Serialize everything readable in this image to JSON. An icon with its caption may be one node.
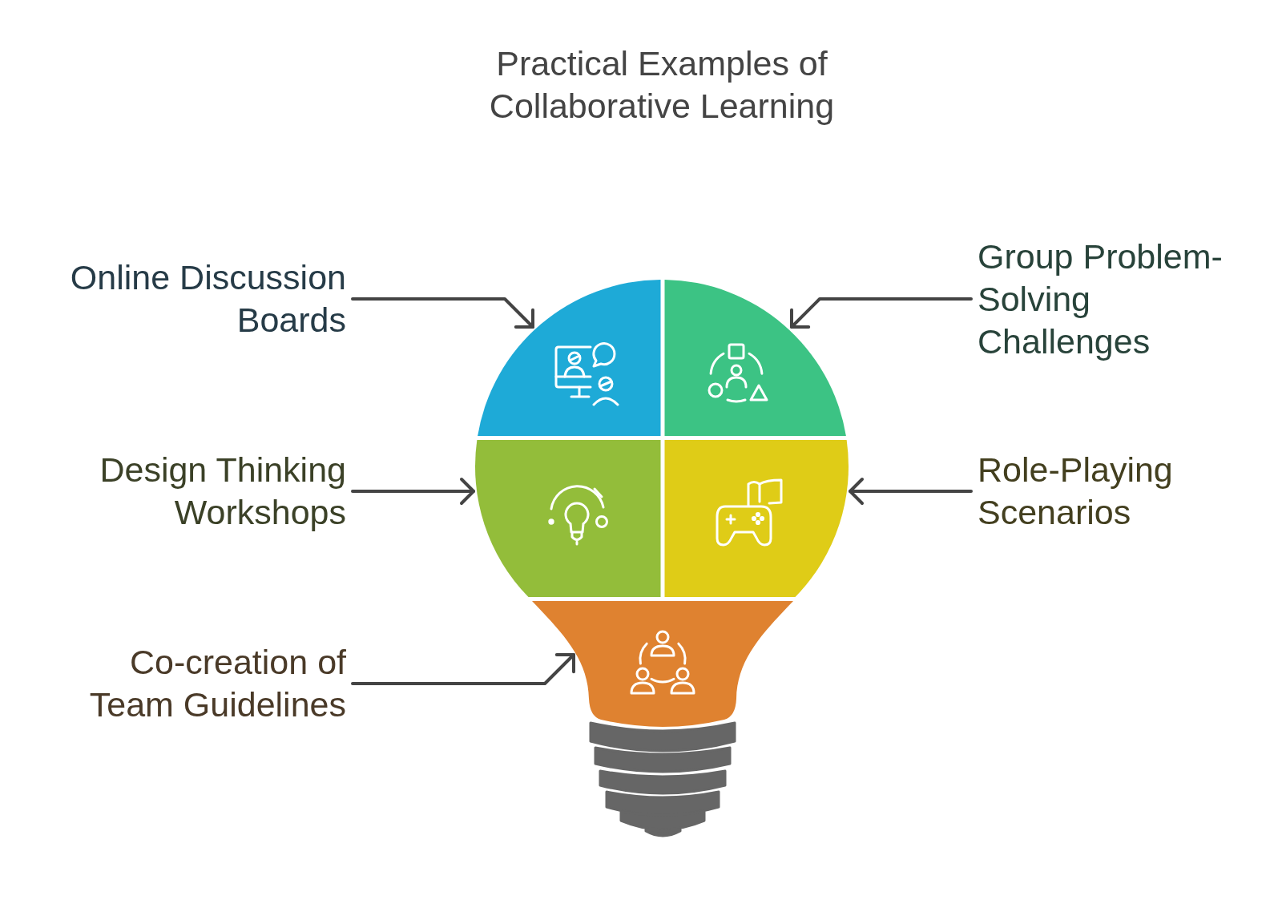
{
  "diagram": {
    "title": "Practical Examples of Collaborative Learning",
    "nodes": [
      {
        "text": [
          "Online Discussion Boards"
        ]
      },
      {
        "text": [],
        "shape": "picture"
      },
      {
        "text": [],
        "shape": "picture"
      },
      {
        "text": [
          "Group Problem-Solving Challenges"
        ]
      },
      {
        "text": [
          "Design Thinking Workshops"
        ]
      },
      {
        "text": [],
        "shape": "picture"
      },
      {
        "text": [],
        "shape": "picture"
      },
      {
        "text": [
          "Role-Playing Scenarios"
        ]
      },
      {
        "text": [
          "Co-creation of Team Guidelines"
        ]
      },
      {
        "text": [],
        "shape": "picture"
      }
    ],
    "edges": [
      {
        "from": 0,
        "to": 1,
        "arrow": "to"
      },
      {
        "from": 3,
        "to": 2,
        "arrow": "to"
      },
      {
        "from": 4,
        "to": 5,
        "arrow": "to"
      },
      {
        "from": 7,
        "to": 6,
        "arrow": "to"
      },
      {
        "from": 8,
        "to": 9,
        "arrow": "to"
      }
    ]
  }
}
